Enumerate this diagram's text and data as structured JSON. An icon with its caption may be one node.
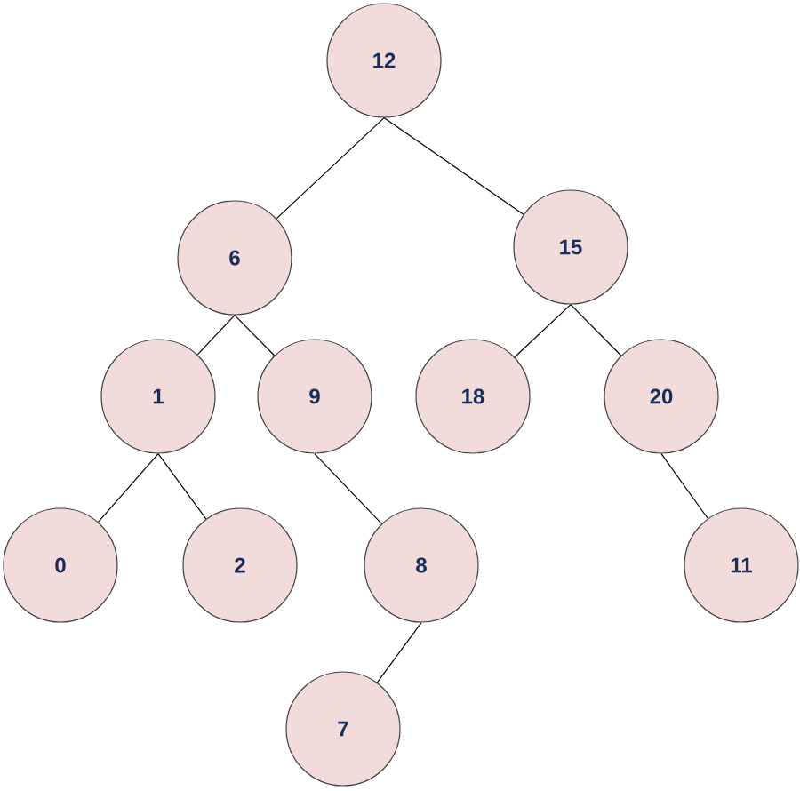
{
  "diagram": {
    "nodes": [
      {
        "text": [
          "12"
        ]
      },
      {
        "text": [
          "6"
        ]
      },
      {
        "text": [
          "15"
        ]
      },
      {
        "text": [
          "1"
        ]
      },
      {
        "text": [
          "9"
        ]
      },
      {
        "text": [
          "18"
        ]
      },
      {
        "text": [
          "20"
        ]
      },
      {
        "text": [
          "0"
        ]
      },
      {
        "text": [
          "2"
        ]
      },
      {
        "text": [
          "8"
        ]
      },
      {
        "text": [
          "11"
        ]
      },
      {
        "text": [
          "7"
        ]
      }
    ],
    "edges": [
      {
        "from": 0,
        "to": 1,
        "arrow": "none"
      },
      {
        "from": 0,
        "to": 2,
        "arrow": "none"
      },
      {
        "from": 1,
        "to": 3,
        "arrow": "none"
      },
      {
        "from": 1,
        "to": 4,
        "arrow": "none"
      },
      {
        "from": 2,
        "to": 5,
        "arrow": "none"
      },
      {
        "from": 2,
        "to": 6,
        "arrow": "none"
      },
      {
        "from": 3,
        "to": 7,
        "arrow": "none"
      },
      {
        "from": 3,
        "to": 8,
        "arrow": "none"
      },
      {
        "from": 4,
        "to": 9,
        "arrow": "none"
      },
      {
        "from": 6,
        "to": 10,
        "arrow": "none"
      },
      {
        "from": 9,
        "to": 11,
        "arrow": "none"
      }
    ]
  }
}
